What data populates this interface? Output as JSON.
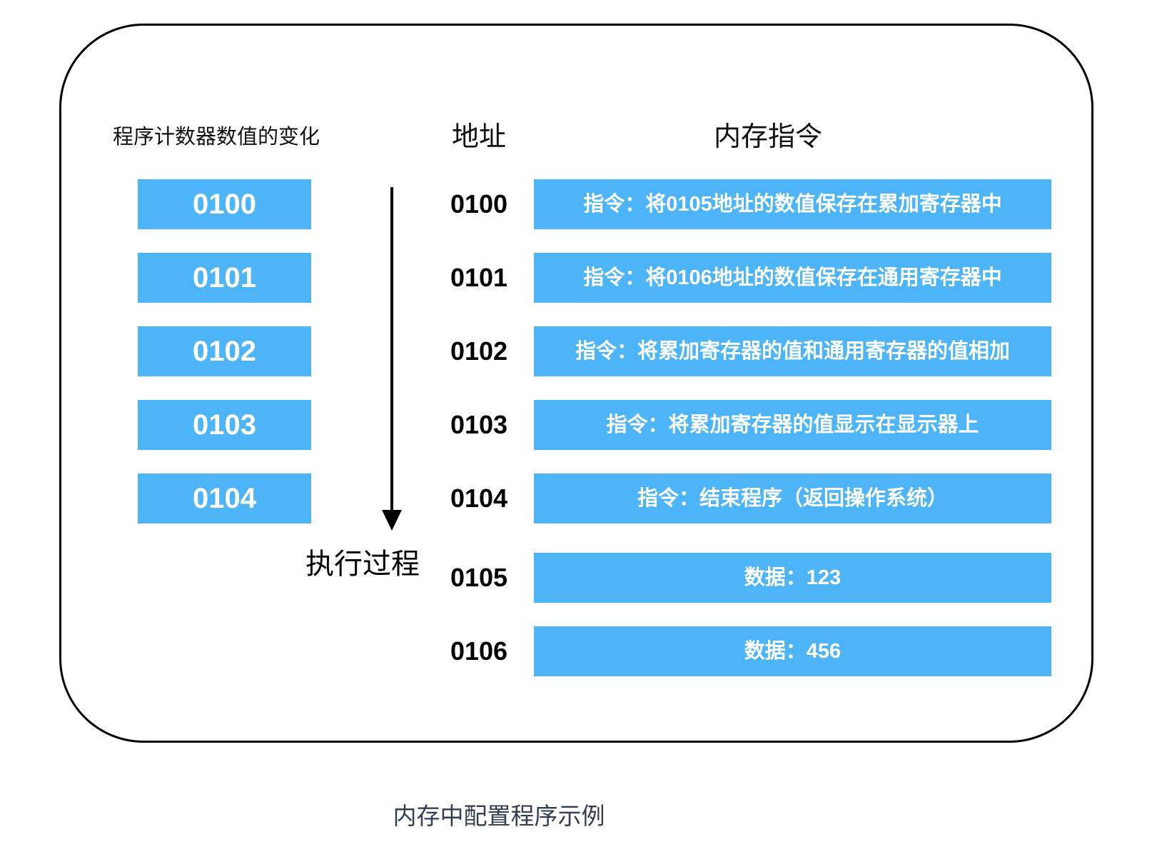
{
  "headers": {
    "pc_changes": "程序计数器数值的变化",
    "address": "地址",
    "memory_instructions": "内存指令"
  },
  "pc_values": [
    "0100",
    "0101",
    "0102",
    "0103",
    "0104"
  ],
  "labels": {
    "execution_process": "执行过程"
  },
  "memory_rows": [
    {
      "address": "0100",
      "type": "instruction",
      "content": "指令：将0105地址的数值保存在累加寄存器中"
    },
    {
      "address": "0101",
      "type": "instruction",
      "content": "指令：将0106地址的数值保存在通用寄存器中"
    },
    {
      "address": "0102",
      "type": "instruction",
      "content": "指令：将累加寄存器的值和通用寄存器的值相加"
    },
    {
      "address": "0103",
      "type": "instruction",
      "content": "指令：将累加寄存器的值显示在显示器上"
    },
    {
      "address": "0104",
      "type": "instruction",
      "content": "指令：结束程序（返回操作系统）"
    },
    {
      "address": "0105",
      "type": "data",
      "content": "数据：123"
    },
    {
      "address": "0106",
      "type": "data",
      "content": "数据：456"
    }
  ],
  "caption": "内存中配置程序示例",
  "colors": {
    "box_blue": "#4DB5F7",
    "caption_text": "#323E52",
    "frame_border": "#000000"
  }
}
